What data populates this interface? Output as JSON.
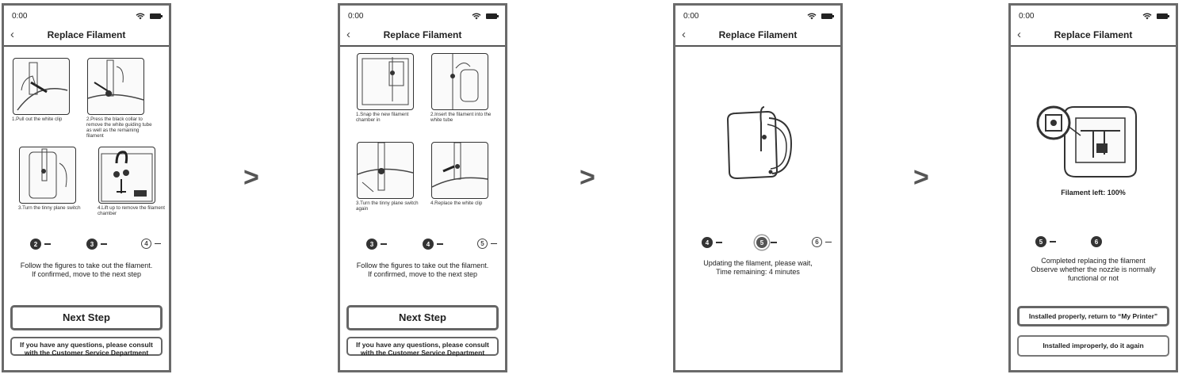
{
  "status": {
    "time": "0:00"
  },
  "nav": {
    "title": "Replace Filament"
  },
  "separators": [
    ">",
    ">",
    ">"
  ],
  "screen1": {
    "figures": [
      {
        "caption": "1.Pull out the white clip",
        "icon": "clip-illustration"
      },
      {
        "caption": "2.Press the black collar to remove the white guiding tube as well as the remaining filament",
        "icon": "collar-illustration"
      },
      {
        "caption": "3.Turn the tinny plane switch",
        "icon": "switch-illustration"
      },
      {
        "caption": "4.Lift up to remove the filament chamber",
        "icon": "chamber-illustration"
      }
    ],
    "steps": [
      "2",
      "3",
      "4"
    ],
    "message": [
      "Follow the figures to take out the filament.",
      "If confirmed, move to the next step"
    ],
    "next_label": "Next Step",
    "help_label": [
      "If you have any questions, please consult",
      "with the Customer Service Department"
    ]
  },
  "screen2": {
    "figures": [
      {
        "caption": "1.Snap the new filament chamber in",
        "icon": "snap-illustration"
      },
      {
        "caption": "2.Insert the filament into the white tube",
        "icon": "insert-illustration"
      },
      {
        "caption": "3.Turn the tinny plane switch again",
        "icon": "switch-illustration"
      },
      {
        "caption": "4.Replace the white clip",
        "icon": "clip-illustration"
      }
    ],
    "steps": [
      "3",
      "4",
      "5"
    ],
    "message": [
      "Follow the figures to take out the filament.",
      "If confirmed, move to the next step"
    ],
    "next_label": "Next Step",
    "help_label": [
      "If you have any questions, please consult",
      "with the Customer Service Department"
    ]
  },
  "screen3": {
    "steps": [
      "4",
      "5",
      "6"
    ],
    "message": [
      "Updating the filament, please wait,",
      "Time remaining: 4 minutes"
    ]
  },
  "screen4": {
    "filament_label": "Filament left: 100%",
    "steps": [
      "5",
      "6"
    ],
    "message": [
      "Completed replacing the filament",
      "Observe whether the nozzle is normally",
      "functional or not"
    ],
    "ok_label": "Installed properly, return to “My Printer”",
    "retry_label": "Installed improperly, do it again"
  },
  "colors": {
    "frame": "#6a6a6a",
    "ink": "#222222",
    "step_dot": "#333333"
  }
}
